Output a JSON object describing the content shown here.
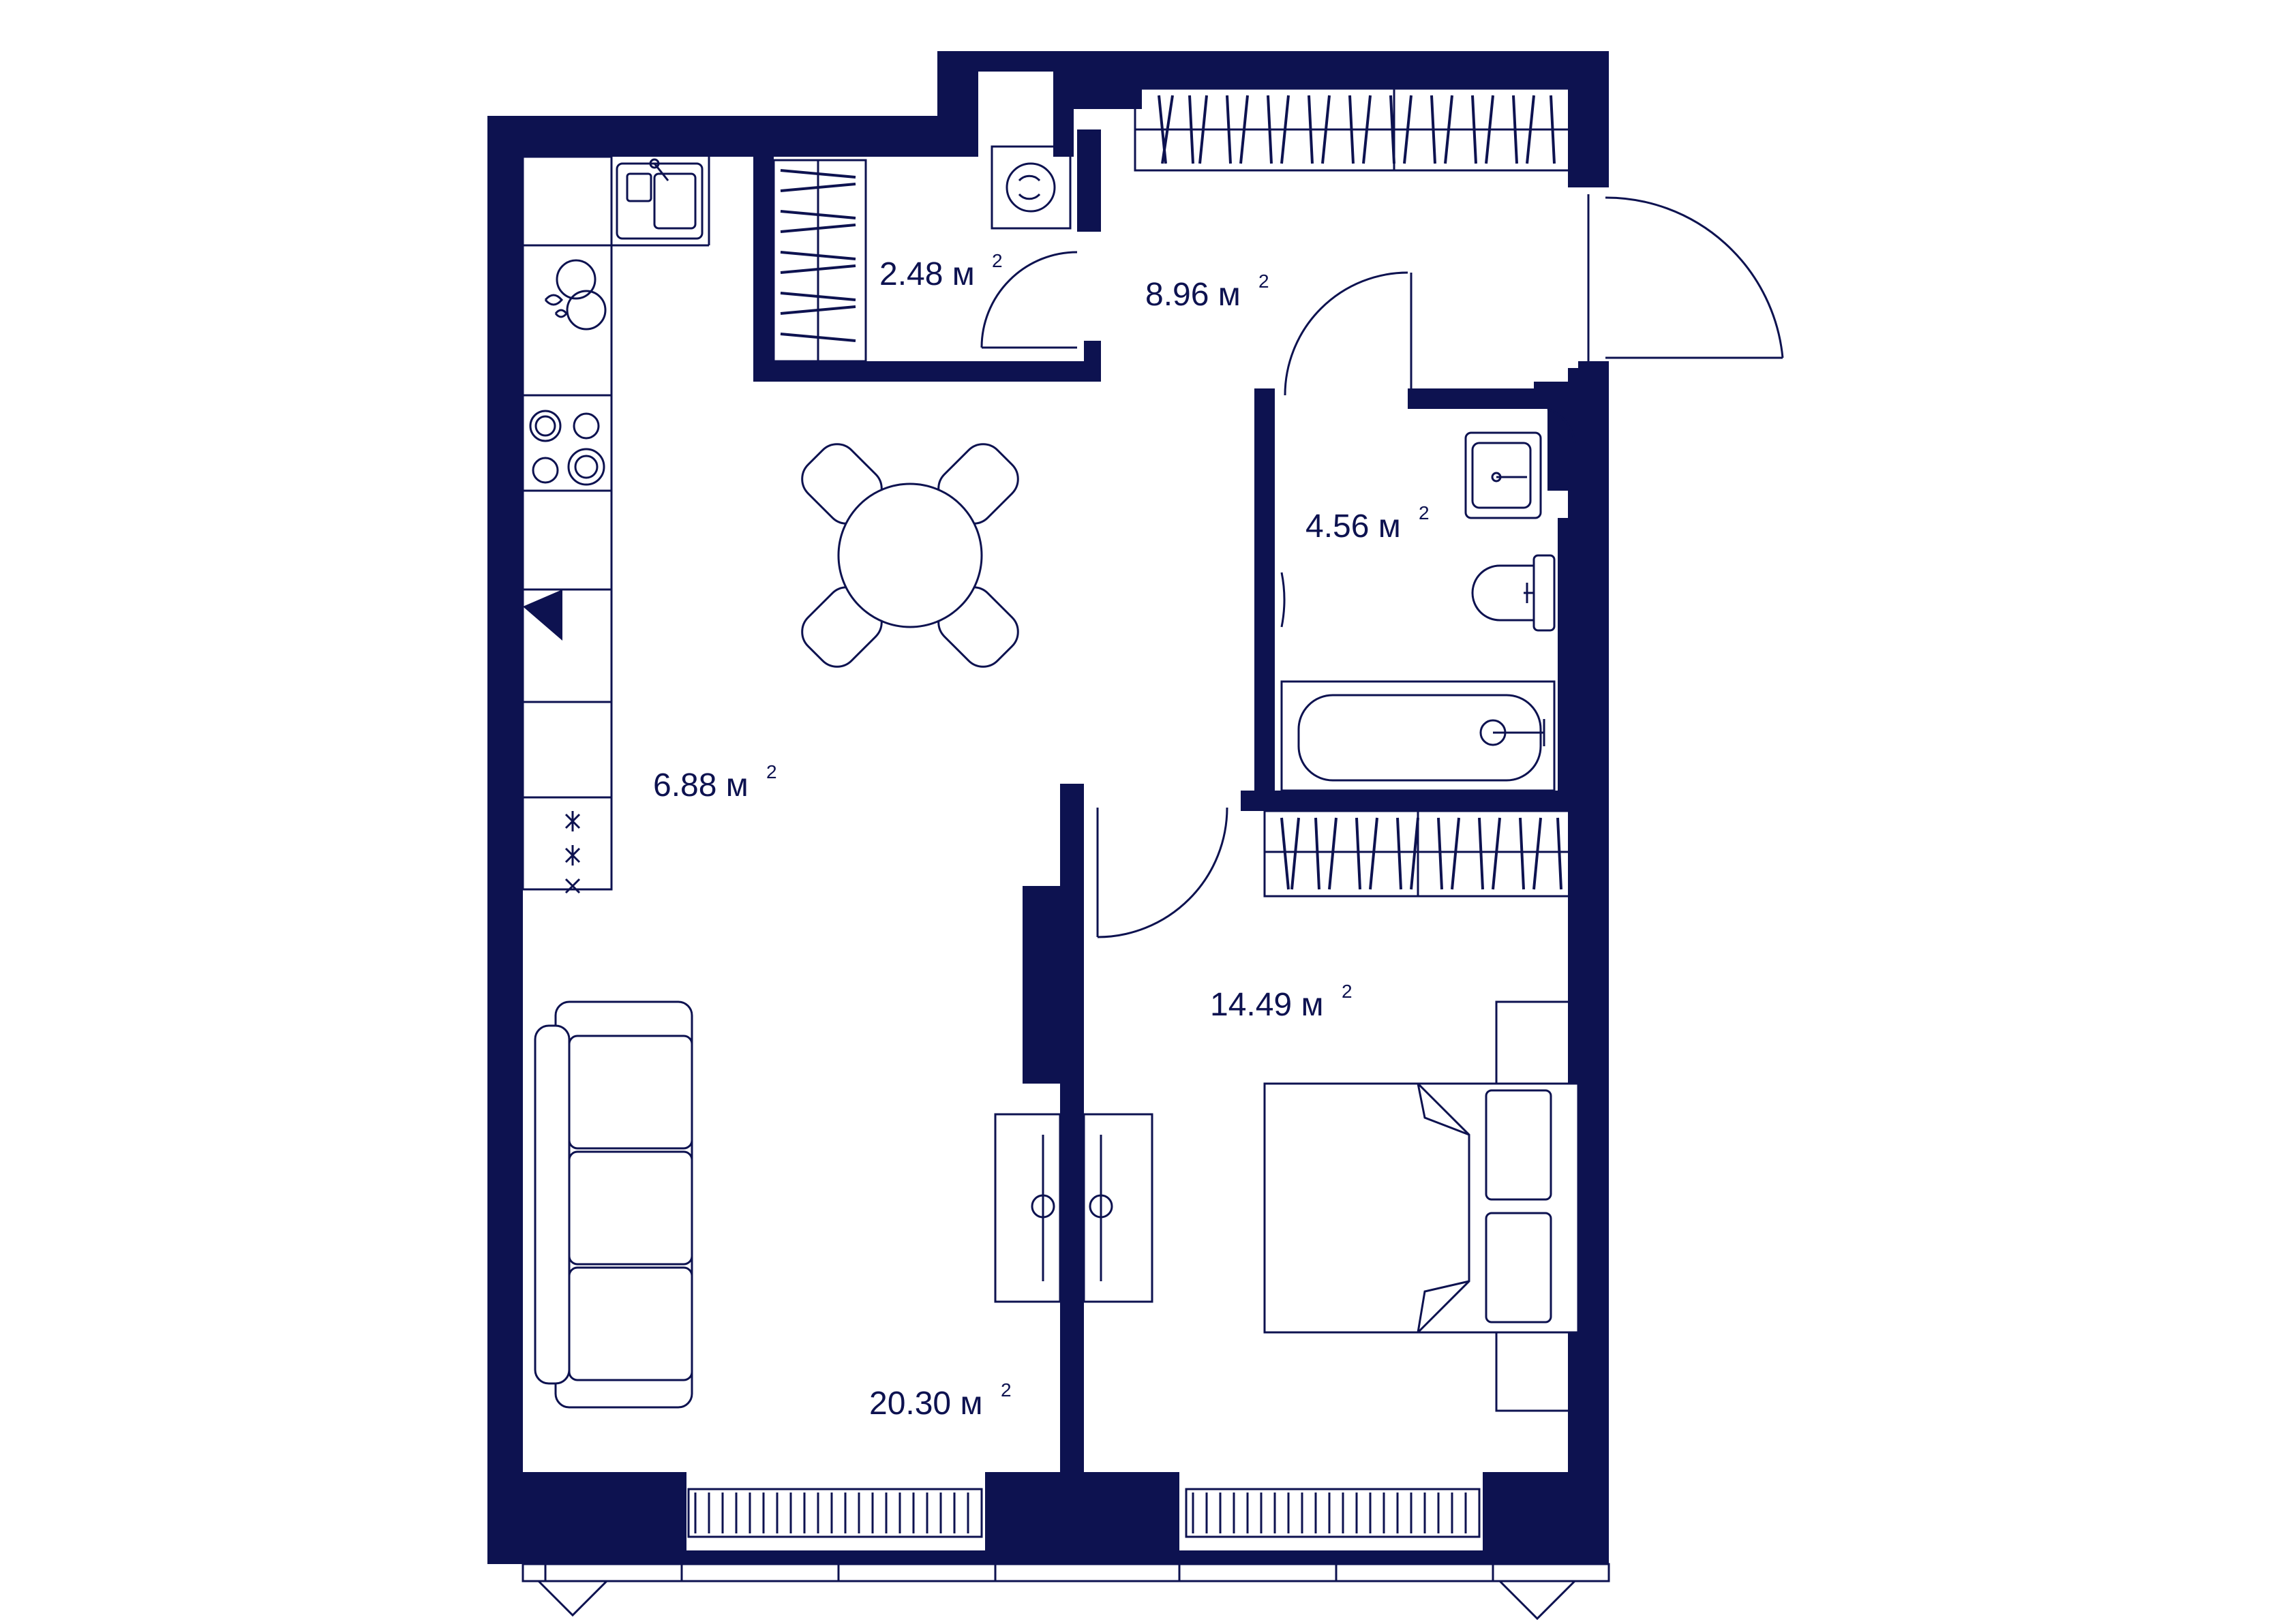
{
  "plan": {
    "colors": {
      "wall": "#0d1250",
      "background": "#ffffff"
    },
    "unit_superscript": "2",
    "rooms": [
      {
        "id": "storage",
        "area": "2.48 м"
      },
      {
        "id": "hall",
        "area": "8.96 м"
      },
      {
        "id": "bathroom",
        "area": "4.56 м"
      },
      {
        "id": "kitchen",
        "area": "6.88 м"
      },
      {
        "id": "bedroom",
        "area": "14.49 м"
      },
      {
        "id": "living",
        "area": "20.30 м"
      }
    ],
    "icons": [
      "sink-icon",
      "dishwasher-icon",
      "cooktop-icon",
      "oven-icon",
      "washing-machine-icon",
      "dining-table-icon",
      "sofa-icon",
      "tv-stand-icon",
      "bed-icon",
      "nightstand-icon",
      "bathtub-icon",
      "toilet-icon",
      "washbasin-icon",
      "wardrobe-icon",
      "radiator-icon",
      "window-icon",
      "door-icon"
    ]
  }
}
